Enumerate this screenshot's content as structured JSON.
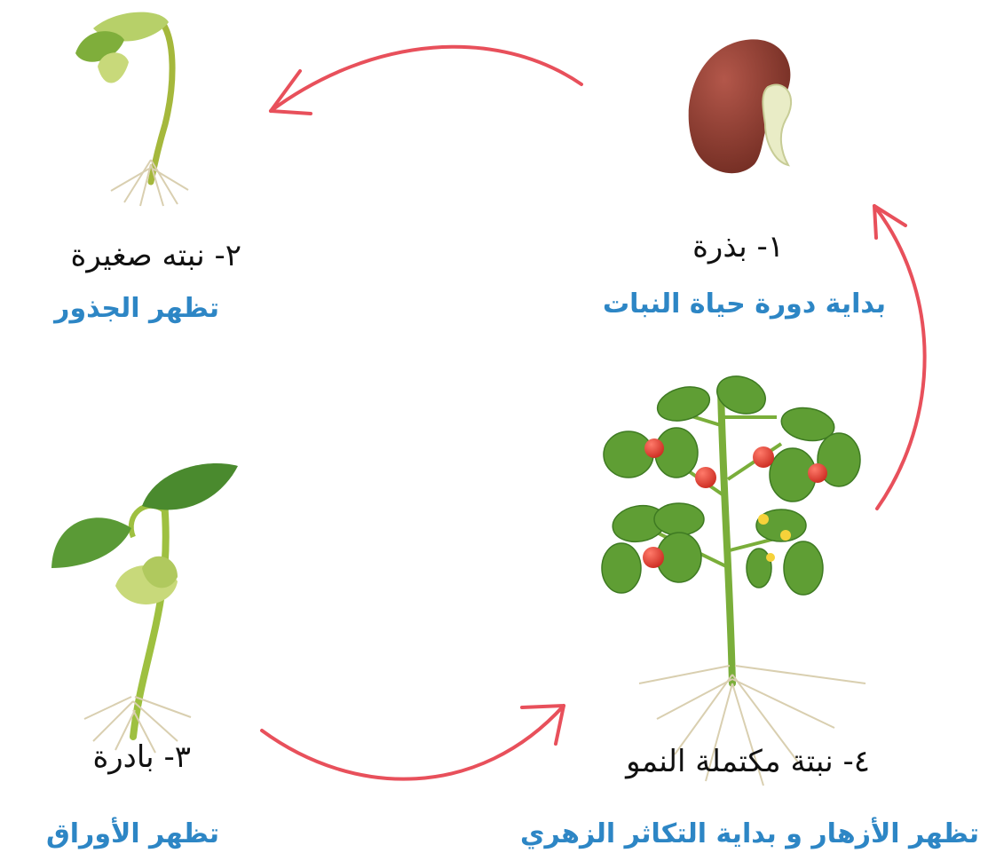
{
  "stages": [
    {
      "title": "١- بذرة",
      "subtitle": "بداية دورة حياة النبات",
      "illustration": "bean-seed-icon"
    },
    {
      "title": "٢- نبته صغيرة",
      "subtitle": "تظهر الجذور",
      "illustration": "sprout-icon"
    },
    {
      "title": "٣- بادرة",
      "subtitle": "تظهر الأوراق",
      "illustration": "seedling-icon"
    },
    {
      "title": "٤- نبتة مكتملة النمو",
      "subtitle": "تظهر الأزهار و بداية التكاثر الزهري",
      "illustration": "tomato-plant-icon"
    }
  ],
  "colors": {
    "arrow": "#e8505b",
    "subtitle": "#2d86c5",
    "title": "#111111",
    "seed": "#8a3a2c",
    "leaf": "#5fa83a",
    "fruit": "#d83a2e",
    "root": "#d9cfb0"
  }
}
